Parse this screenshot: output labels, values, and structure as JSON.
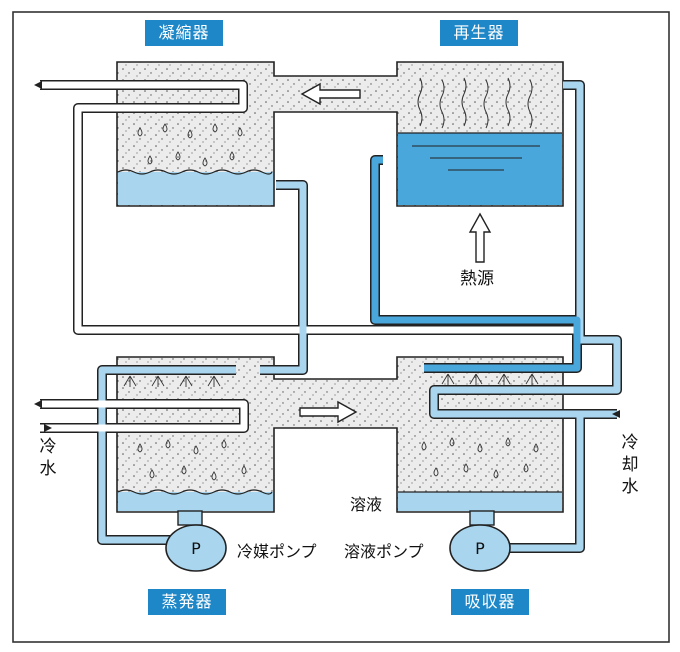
{
  "colors": {
    "water": "#a9d6ee",
    "water_dark": "#5fb4df",
    "liquid_regenerator": "#4aa7dc",
    "tag_bg": "#1d87c8",
    "vessel": "#ececec",
    "outline": "#222222"
  },
  "labels": {
    "condenser": "凝縮器",
    "regenerator": "再生器",
    "evaporator": "蒸発器",
    "absorber": "吸収器",
    "heat_source": "熱源",
    "solution": "溶液",
    "refrigerant_pump": "冷媒ポンプ",
    "solution_pump": "溶液ポンプ",
    "chilled_water": "冷水",
    "cooling_water": "冷却水",
    "pump_symbol": "P"
  },
  "icons": [
    "flow-arrow-left-icon",
    "flow-arrow-right-icon",
    "heat-arrow-up-icon",
    "pump-icon"
  ]
}
